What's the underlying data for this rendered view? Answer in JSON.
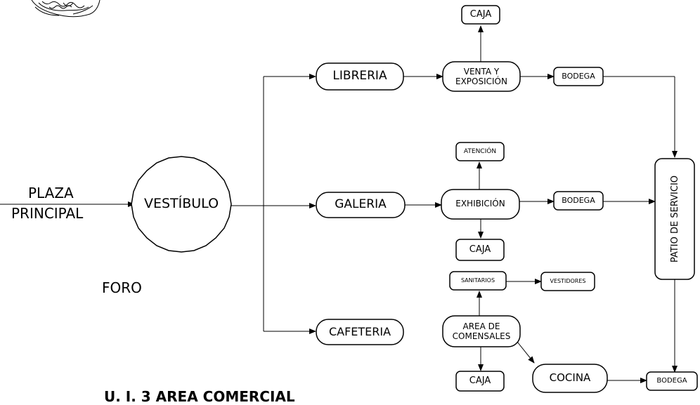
{
  "diagram": {
    "plaza_line1": "PLAZA",
    "plaza_line2": "PRINCIPAL",
    "vestibulo": "VESTÍBULO",
    "foro": "FORO",
    "libreria": "LIBRERIA",
    "galeria": "GALERIA",
    "cafeteria": "CAFETERIA",
    "venta_line1": "VENTA Y",
    "venta_line2": "EXPOSICIÓN",
    "caja_top": "CAJA",
    "bodega_top": "BODEGA",
    "atencion": "ATENCIÓN",
    "exhibicion": "EXHIBICIÓN",
    "bodega_mid": "BODEGA",
    "caja_mid": "CAJA",
    "sanitarios": "SANITARIOS",
    "vestidores": "VESTIDORES",
    "comensales_line1": "AREA DE",
    "comensales_line2": "COMENSALES",
    "caja_bottom": "CAJA",
    "cocina": "COCINA",
    "bodega_bottom": "BODEGA",
    "patio": "PATIO DE SERVICIO",
    "footer_title": "U. I. 3 AREA COMERCIAL"
  },
  "colors": {
    "stroke": "#000000",
    "background": "#ffffff"
  }
}
